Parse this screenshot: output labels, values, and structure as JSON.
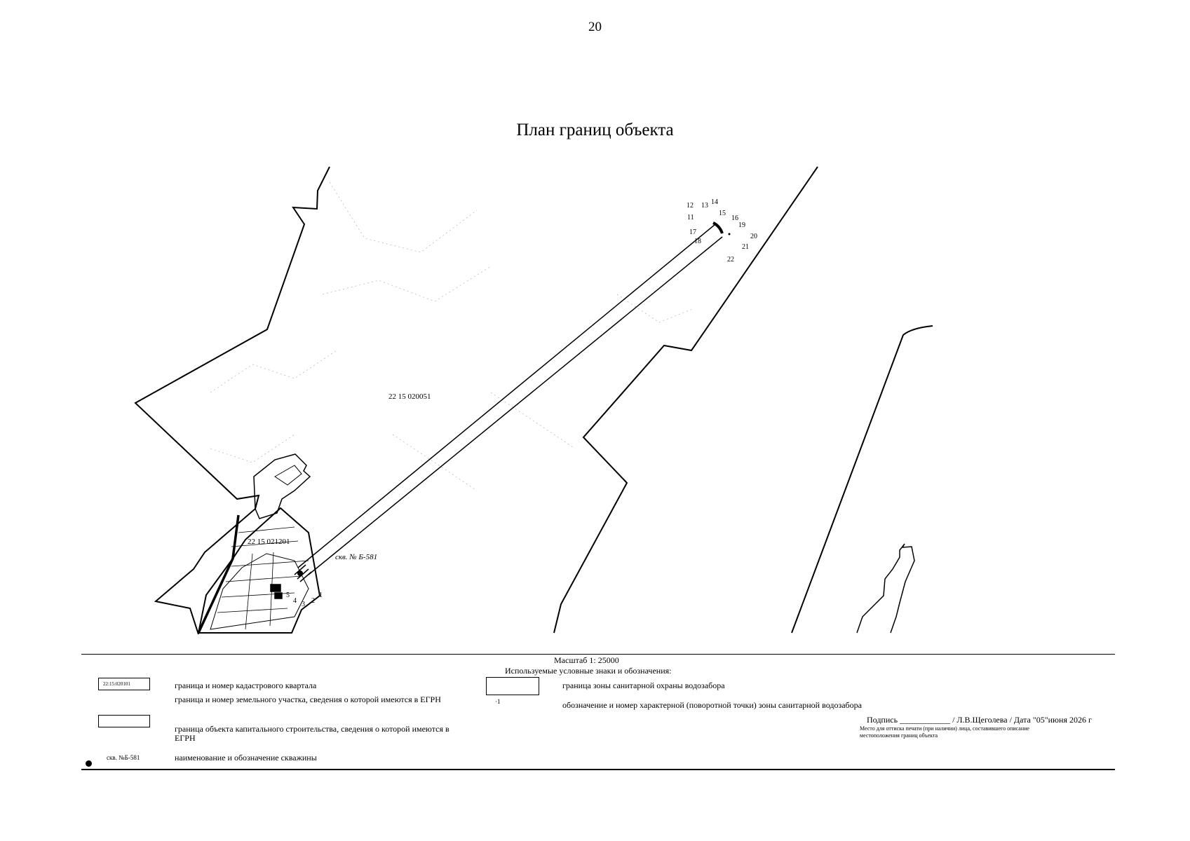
{
  "page_number": "20",
  "title": "План границ объекта",
  "map": {
    "quarter_label_main": "22 15 020051",
    "quarter_label_small": "22 15 021201",
    "well_label": "скв. № Б-581",
    "point_labels": [
      "1",
      "2",
      "3",
      "4",
      "5",
      "11",
      "12",
      "13",
      "14",
      "15",
      "16",
      "17",
      "18",
      "19",
      "20",
      "21",
      "22"
    ]
  },
  "scale": "Масштаб 1: 25000",
  "legend": {
    "heading": "Используемые условные знаки и обозначения:",
    "items": [
      {
        "sample": "22:15:020101",
        "text": "граница и номер кадастрового квартала"
      },
      {
        "sample": "",
        "text": "граница и номер земельного участка, сведения о которой имеются в ЕГРН"
      },
      {
        "sample": "",
        "text": "граница объекта капитального строительства, сведения о которой имеются в ЕГРН"
      },
      {
        "sample": "скв. №Б-581",
        "text": "наименование и обозначение скважины"
      },
      {
        "sample": "",
        "text": "граница зоны санитарной охраны водозабора"
      },
      {
        "sample": "·1",
        "text": "обозначение и номер характерной (поворотной точки) зоны санитарной водозабора"
      }
    ]
  },
  "signature": {
    "text": "Подпись ____________ / Л.В.Щеголева / Дата \"05\"июня 2026 г",
    "note": "Место для оттиска печати (при наличии) лица, составившего описание местоположения границ объекта"
  },
  "colors": {
    "line": "#000000",
    "background": "#ffffff"
  }
}
